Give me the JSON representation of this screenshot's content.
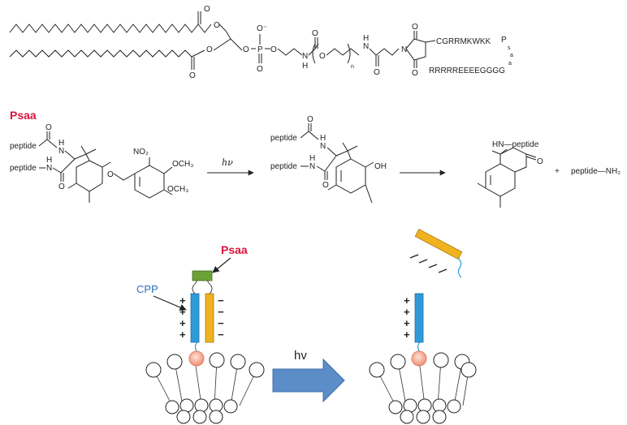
{
  "lipid_conjugate": {
    "peptide_top": "CGRRMKWKK",
    "peptide_bottom": "RRRRREEEEGGGG",
    "tail_letters": [
      "P",
      "s",
      "a",
      "a"
    ],
    "o_minus": "O⁻",
    "p": "P",
    "o": "O",
    "n_sub": "n",
    "nh": "N",
    "h": "H"
  },
  "reaction": {
    "title": "Psaa",
    "peptide_label": "peptide",
    "no2": "NO₂",
    "och3": "OCH₃",
    "nh_label": "N",
    "h_label": "H",
    "oh": "OH",
    "o_label": "O",
    "hv_label": "hν",
    "hn_peptide": "HN—peptide",
    "plus": "+",
    "peptide_nh2": "peptide—NH₂"
  },
  "schematic": {
    "psaa_label": "Psaa",
    "cpp_label": "CPP",
    "hv_label": "hv",
    "left_positive": [
      "+",
      "+",
      "+",
      "+"
    ],
    "left_negative": [
      "−",
      "−",
      "−",
      "−"
    ],
    "right_positive": [
      "+",
      "+",
      "+",
      "+"
    ],
    "colors": {
      "cpp_blue": "#2f9ad8",
      "anion_orange": "#f0b21e",
      "psaa_green": "#6aa236",
      "arrow_blue": "#5b8ec9",
      "anchor": "#f2a28a",
      "red_label": "#d9133b",
      "cpp_label": "#2a6fb5"
    }
  }
}
